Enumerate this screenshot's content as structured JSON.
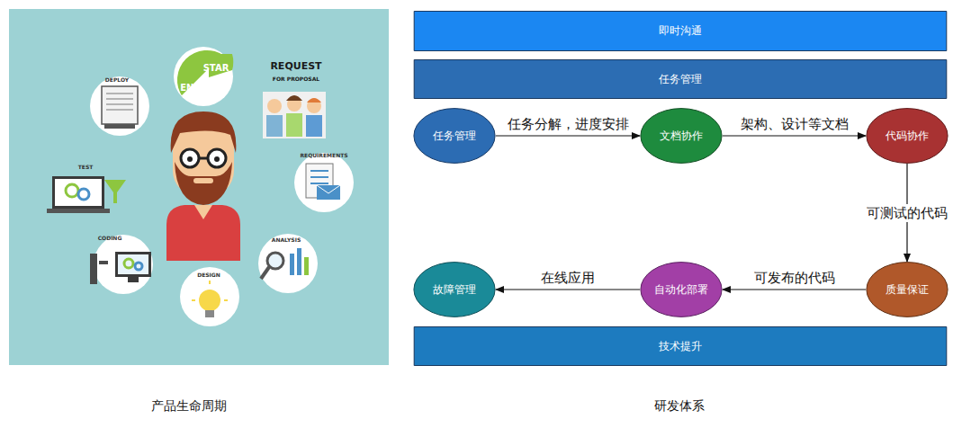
{
  "diagram": {
    "nodes": [
      {
        "text": [
          "即时沟通"
        ]
      },
      {
        "text": [
          "任务管理"
        ]
      },
      {
        "text": [
          "任务管理"
        ]
      },
      {
        "text": [
          "文档协作"
        ]
      },
      {
        "text": [
          "代码协作"
        ]
      },
      {
        "text": [
          "质量保证"
        ]
      },
      {
        "text": [
          "自动化部署"
        ]
      },
      {
        "text": [
          "故障管理"
        ]
      },
      {
        "text": [
          "技术提升"
        ]
      }
    ],
    "edges": [
      {
        "from": 2,
        "to": 3,
        "label": "任务分解，进度安排",
        "arrow": "to"
      },
      {
        "from": 3,
        "to": 4,
        "label": "架构、设计等文档",
        "arrow": "to"
      },
      {
        "from": 4,
        "to": 5,
        "label": "可测试的代码",
        "arrow": "to"
      },
      {
        "from": 5,
        "to": 6,
        "label": "可发布的代码",
        "arrow": "to"
      },
      {
        "from": 6,
        "to": 7,
        "label": "在线应用",
        "arrow": "to"
      }
    ],
    "labels": [
      "DEPLOY",
      "STAR",
      "END",
      "REQUEST",
      "FOR PROPOSAL",
      "REQUIREMENTS",
      "ANALYSIS",
      "DESIGN",
      "CODING",
      "TEST",
      "产品生命周期",
      "研发体系"
    ]
  }
}
